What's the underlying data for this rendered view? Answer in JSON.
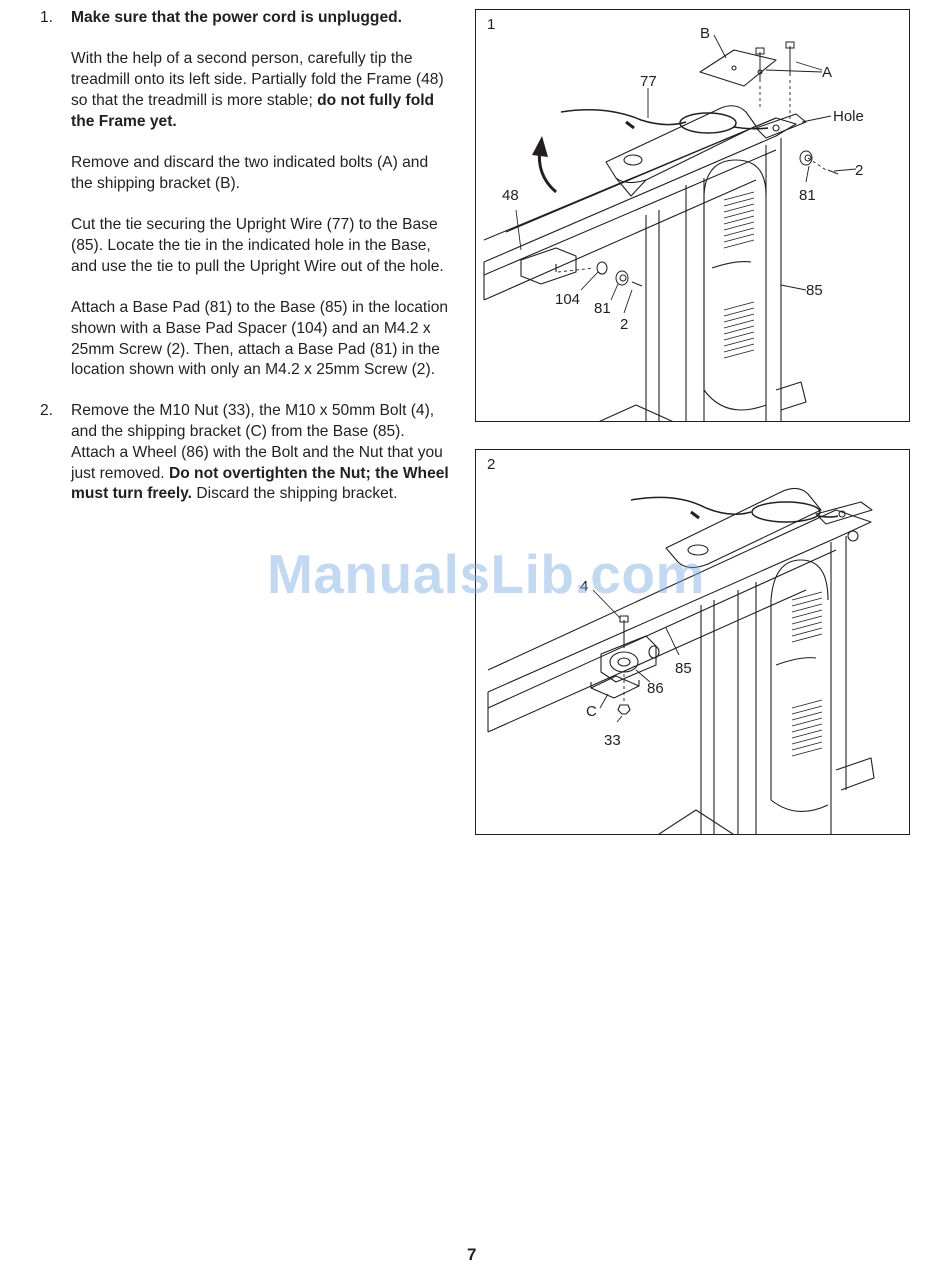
{
  "steps": [
    {
      "number": "1.",
      "heading": "Make sure that the power cord is unplugged.",
      "p1_text": "With the help of a second person, carefully tip the treadmill onto its left side. Partially fold the Frame (48) so that the treadmill is more stable; ",
      "p1_bold": "do not fully fold the Frame yet.",
      "p2": "Remove and discard the two indicated bolts (A) and the shipping bracket (B).",
      "p3": "Cut the tie securing the Upright Wire (77) to the Base (85). Locate the tie in the indicated hole in the Base, and use the tie to pull the Upright Wire out of the hole.",
      "p4": "Attach a Base Pad (81) to the Base (85) in the location shown with a Base Pad Spacer (104) and an M4.2 x 25mm Screw (2). Then, attach a Base Pad (81) in the location shown with only an M4.2 x 25mm Screw (2)."
    },
    {
      "number": "2.",
      "text_a": "Remove the M10 Nut (33), the M10 x 50mm Bolt (4), and the shipping bracket (C) from the Base (85). Attach a Wheel (86) with the Bolt and the Nut that you just removed. ",
      "bold": "Do not overtighten the Nut; the Wheel must turn freely.",
      "text_b": " Discard the shipping bracket."
    }
  ],
  "figures": [
    {
      "number": "1",
      "callouts": {
        "b": "B",
        "a": "A",
        "wire": "77",
        "hole": "Hole",
        "screw_top": "2",
        "pad_top": "81",
        "frame": "48",
        "base": "85",
        "spacer": "104",
        "pad_bottom": "81",
        "screw_bottom": "2"
      }
    },
    {
      "number": "2",
      "callouts": {
        "bolt": "4",
        "base": "85",
        "wheel": "86",
        "bracket": "C",
        "nut": "33"
      }
    }
  ],
  "watermark": "ManualsLib.com",
  "page_number": "7"
}
